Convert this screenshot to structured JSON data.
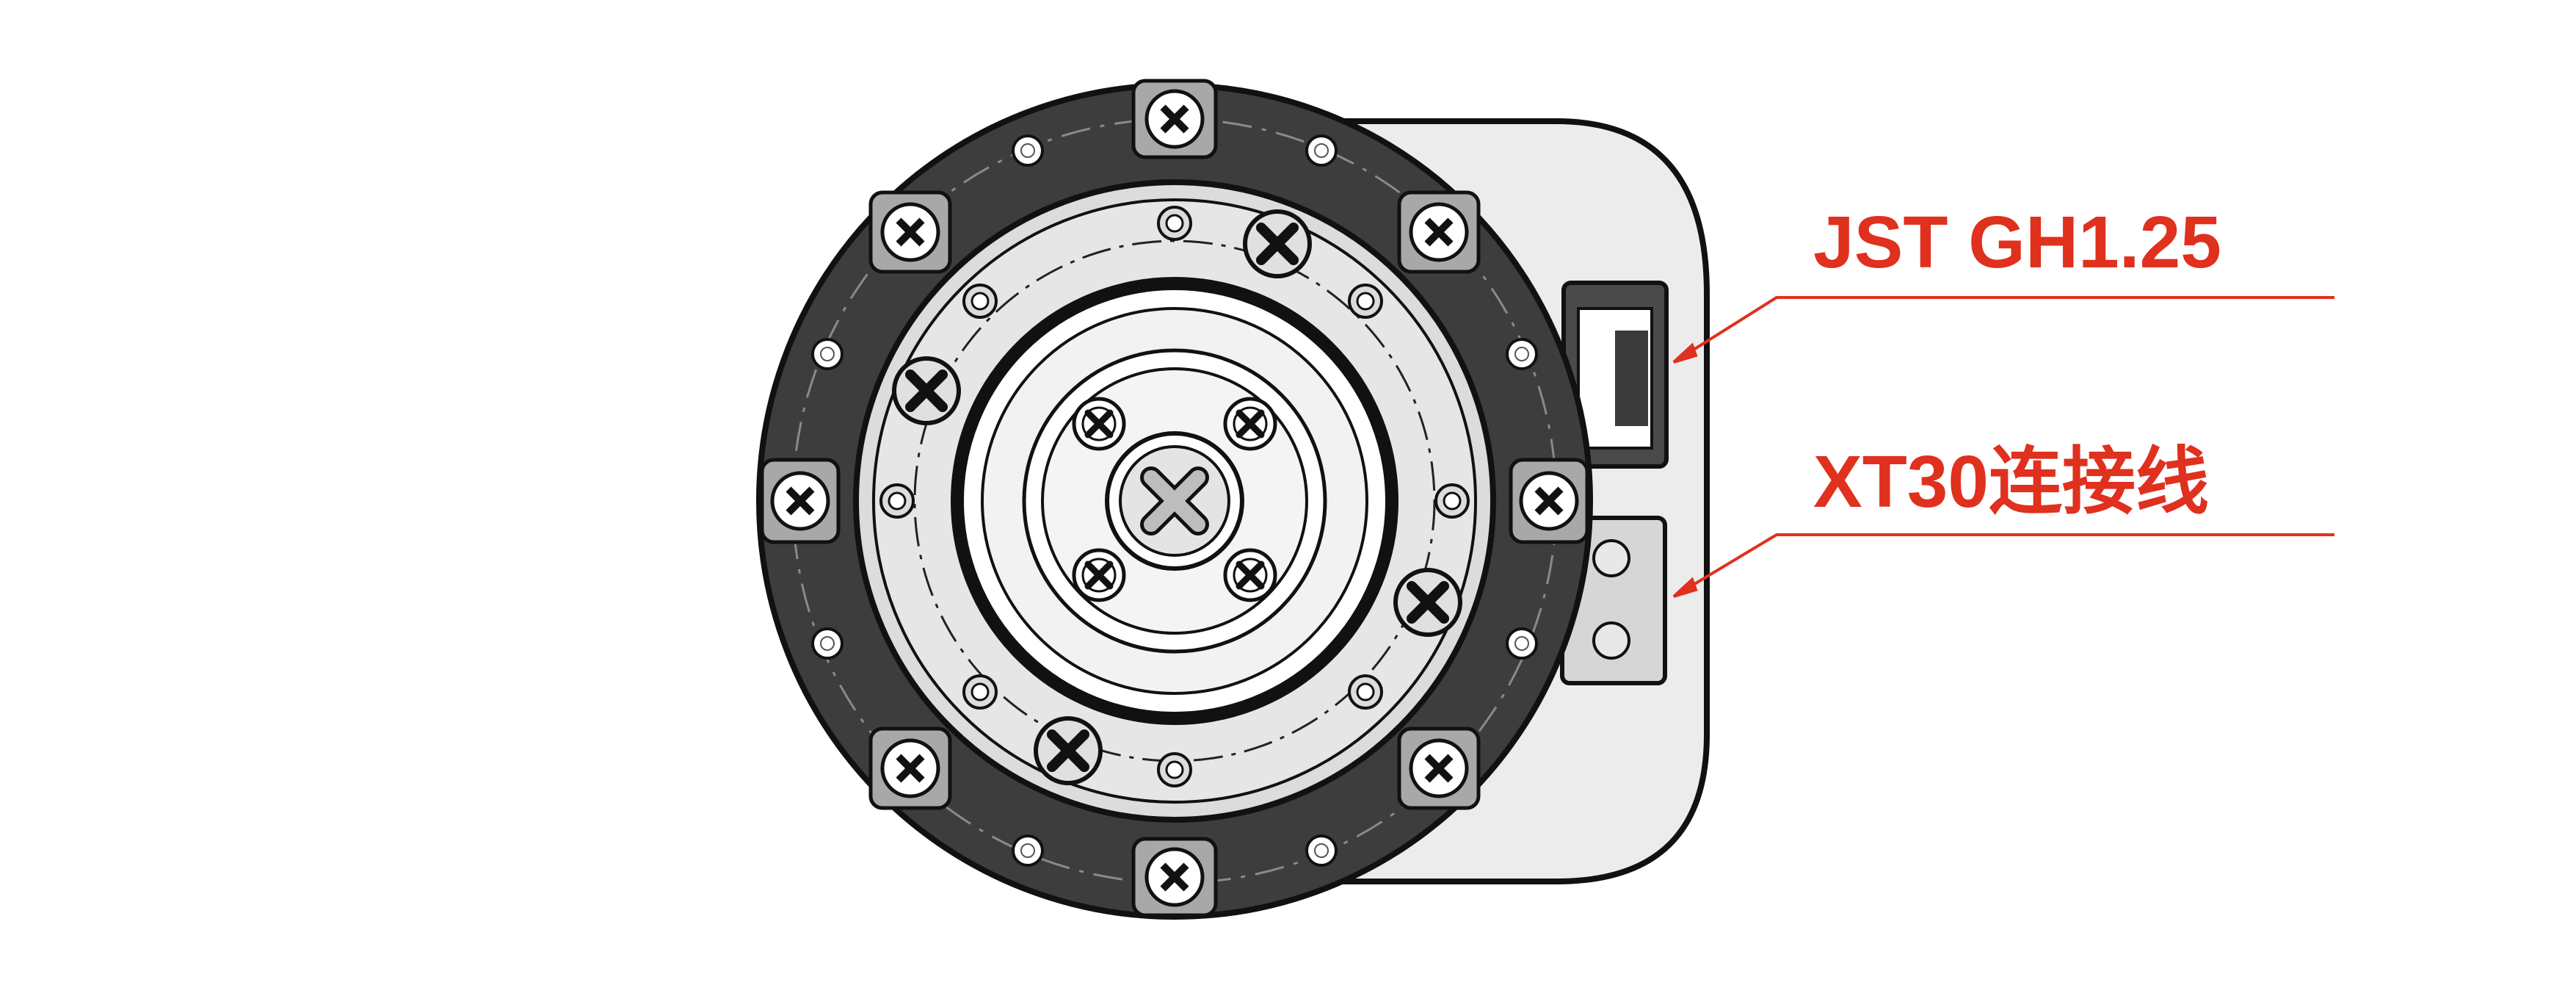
{
  "callouts": [
    {
      "label": "JST GH1.25",
      "target": "jst-gh-connector"
    },
    {
      "label": "XT30连接线",
      "target": "xt30-connector"
    }
  ],
  "colors": {
    "callout": "#e0301e",
    "outer_ring": "#3d3d3d",
    "housing": "#ececec",
    "face": "#e6e6e6",
    "outline": "#111111"
  },
  "icons": [
    "phillips-screw-icon",
    "cross-recess-screw-icon",
    "mounting-hole-icon"
  ]
}
